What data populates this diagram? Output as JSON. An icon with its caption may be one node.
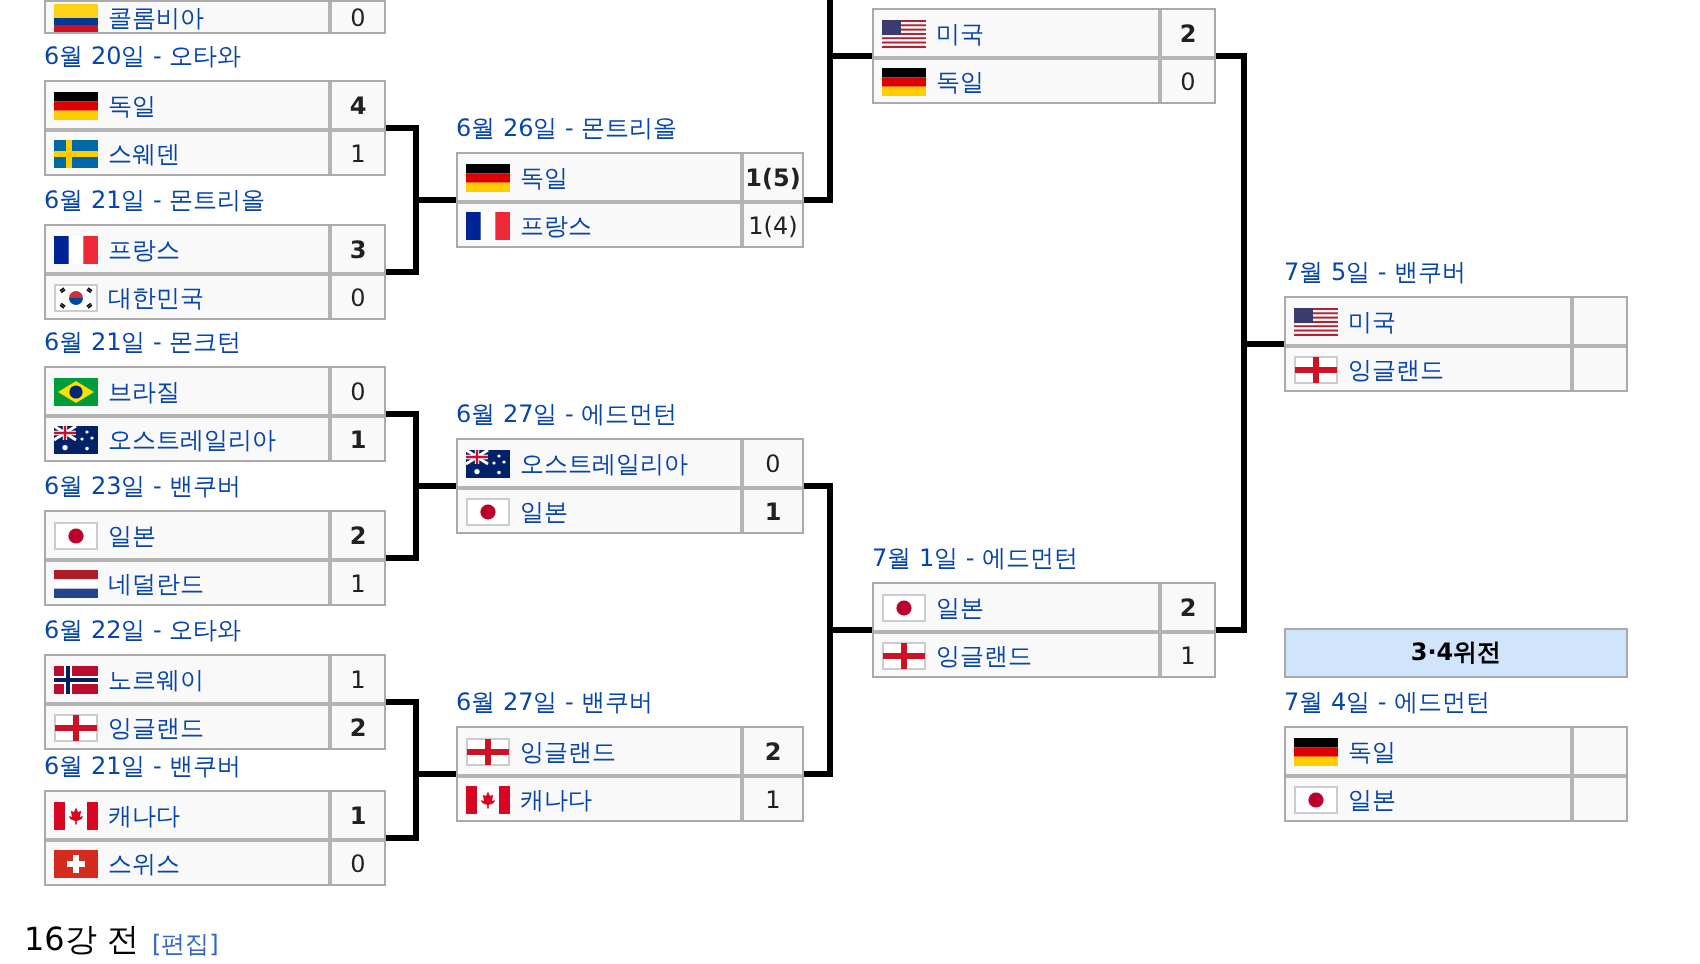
{
  "diagram": {
    "nodes": [
      {
        "text": [],
        "shape": "box"
      },
      {
        "text": [
          "콜롬비아",
          "0"
        ],
        "in": 0
      },
      {
        "text": [
          "6월 20일 - 오타와"
        ]
      },
      {
        "text": [
          "독일",
          "4"
        ],
        "in": 2
      },
      {
        "text": [
          "스웨덴",
          "1"
        ],
        "in": 2
      },
      {
        "text": [
          "6월 21일 - 몬트리올"
        ]
      },
      {
        "text": [
          "프랑스",
          "3"
        ],
        "in": 5
      },
      {
        "text": [
          "대한민국",
          "0"
        ],
        "in": 5
      },
      {
        "text": [
          "6월 21일 - 몬크턴"
        ]
      },
      {
        "text": [
          "브라질",
          "0"
        ],
        "in": 8
      },
      {
        "text": [
          "오스트레일리아",
          "1"
        ],
        "in": 8
      },
      {
        "text": [
          "6월 23일 - 밴쿠버"
        ]
      },
      {
        "text": [
          "일본",
          "2"
        ],
        "in": 11
      },
      {
        "text": [
          "네덜란드",
          "1"
        ],
        "in": 11
      },
      {
        "text": [
          "6월 22일 - 오타와"
        ]
      },
      {
        "text": [
          "노르웨이",
          "1"
        ],
        "in": 14
      },
      {
        "text": [
          "잉글랜드",
          "2"
        ],
        "in": 14
      },
      {
        "text": [
          "6월 21일 - 밴쿠버"
        ]
      },
      {
        "text": [
          "캐나다",
          "1"
        ],
        "in": 17
      },
      {
        "text": [
          "스위스",
          "0"
        ],
        "in": 17
      },
      {
        "text": [
          "6월 26일 - 몬트리올"
        ]
      },
      {
        "text": [
          "독일",
          "1(5)"
        ],
        "in": 20
      },
      {
        "text": [
          "프랑스",
          "1(4)"
        ],
        "in": 20
      },
      {
        "text": [
          "6월 27일 - 에드먼턴"
        ]
      },
      {
        "text": [
          "오스트레일리아",
          "0"
        ],
        "in": 23
      },
      {
        "text": [
          "일본",
          "1"
        ],
        "in": 23
      },
      {
        "text": [
          "6월 27일 - 밴쿠버"
        ]
      },
      {
        "text": [
          "잉글랜드",
          "2"
        ],
        "in": 26
      },
      {
        "text": [
          "캐나다",
          "1"
        ],
        "in": 26
      },
      {
        "text": [],
        "shape": "box"
      },
      {
        "text": [
          "미국",
          "2"
        ],
        "in": 29
      },
      {
        "text": [
          "독일",
          "0"
        ],
        "in": 29
      },
      {
        "text": [
          "7월 1일 - 에드먼턴"
        ]
      },
      {
        "text": [
          "일본",
          "2"
        ],
        "in": 32
      },
      {
        "text": [
          "잉글랜드",
          "1"
        ],
        "in": 32
      },
      {
        "text": [
          "7월 5일 - 밴쿠버"
        ]
      },
      {
        "text": [
          "미국"
        ],
        "in": 35
      },
      {
        "text": [
          "잉글랜드"
        ],
        "in": 35
      },
      {
        "text": [
          "3·4위전"
        ]
      },
      {
        "text": [
          "7월 4일 - 에드먼턴"
        ]
      },
      {
        "text": [
          "독일"
        ],
        "in": 39
      },
      {
        "text": [
          "일본"
        ],
        "in": 39
      }
    ],
    "edges": [
      {
        "from": 2,
        "to": 20,
        "arrow": "none"
      },
      {
        "from": 5,
        "to": 20,
        "arrow": "none"
      },
      {
        "from": 8,
        "to": 23,
        "arrow": "none"
      },
      {
        "from": 11,
        "to": 23,
        "arrow": "none"
      },
      {
        "from": 14,
        "to": 26,
        "arrow": "none"
      },
      {
        "from": 17,
        "to": 26,
        "arrow": "none"
      },
      {
        "from": null,
        "to": 29,
        "arrow": "none"
      },
      {
        "from": 20,
        "to": 29,
        "arrow": "none"
      },
      {
        "from": 23,
        "to": 32,
        "arrow": "none"
      },
      {
        "from": 26,
        "to": 32,
        "arrow": "none"
      },
      {
        "from": 29,
        "to": 35,
        "arrow": "none"
      },
      {
        "from": 32,
        "to": 35,
        "arrow": "none"
      }
    ],
    "labels": [
      "16강 전",
      "[편집]"
    ]
  }
}
